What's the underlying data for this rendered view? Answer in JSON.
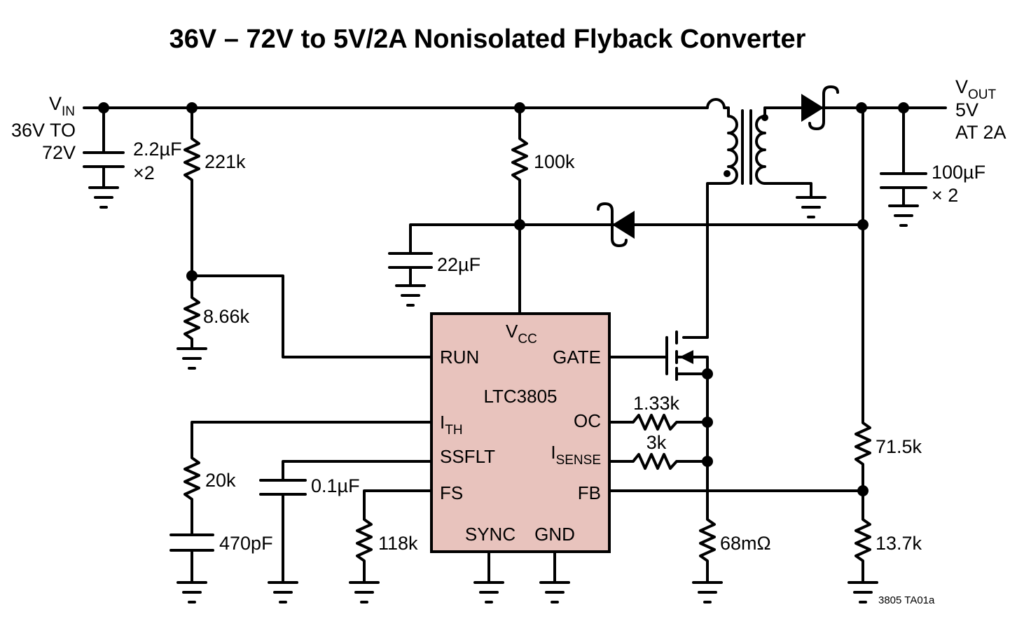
{
  "title": "36V – 72V to 5V/2A Nonisolated Flyback Converter",
  "figure_id": "3805 TA01a",
  "input": {
    "label_main": "V",
    "label_sub": "IN",
    "range_line1": "36V TO",
    "range_line2": "72V"
  },
  "output": {
    "label_main": "V",
    "label_sub": "OUT",
    "voltage": "5V",
    "current": "AT 2A"
  },
  "ic": {
    "name": "LTC3805",
    "pins": {
      "vcc_main": "V",
      "vcc_sub": "CC",
      "run": "RUN",
      "gate": "GATE",
      "ith_main": "I",
      "ith_sub": "TH",
      "oc": "OC",
      "ssflt": "SSFLT",
      "isense_main": "I",
      "isense_sub": "SENSE",
      "fs": "FS",
      "fb": "FB",
      "sync": "SYNC",
      "gnd": "GND"
    }
  },
  "components": {
    "c_in": "2.2µF",
    "c_in_mult": "×2",
    "r_top_run": "221k",
    "r_bot_run": "8.66k",
    "r_vcc": "100k",
    "c_vcc": "22µF",
    "c_out": "100µF",
    "c_out_mult": "× 2",
    "r_oc": "1.33k",
    "r_isense": "3k",
    "r_ith": "20k",
    "c_ith": "470pF",
    "c_ss": "0.1µF",
    "r_fs": "118k",
    "r_sense": "68mΩ",
    "r_fb_top": "71.5k",
    "r_fb_bot": "13.7k"
  },
  "colors": {
    "ic_fill": "#e8c3bd",
    "wire": "#000000",
    "background": "#ffffff"
  }
}
